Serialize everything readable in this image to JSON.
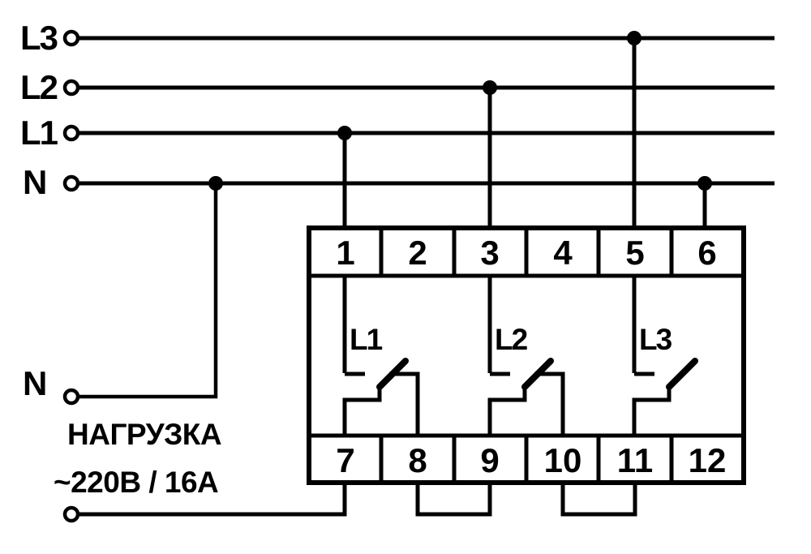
{
  "diagram": {
    "background_color": "#ffffff",
    "line_color": "#000000",
    "supply_lines": [
      {
        "label": "L3"
      },
      {
        "label": "L2"
      },
      {
        "label": "L1"
      },
      {
        "label": "N"
      }
    ],
    "device": {
      "top_terminals": [
        "1",
        "2",
        "3",
        "4",
        "5",
        "6"
      ],
      "bottom_terminals": [
        "7",
        "8",
        "9",
        "10",
        "11",
        "12"
      ],
      "contacts": [
        {
          "label": "L1"
        },
        {
          "label": "L2"
        },
        {
          "label": "L3"
        }
      ]
    },
    "load": {
      "neutral_label": "N",
      "name": "НАГРУЗКА",
      "rating": "~220В / 16А"
    }
  }
}
